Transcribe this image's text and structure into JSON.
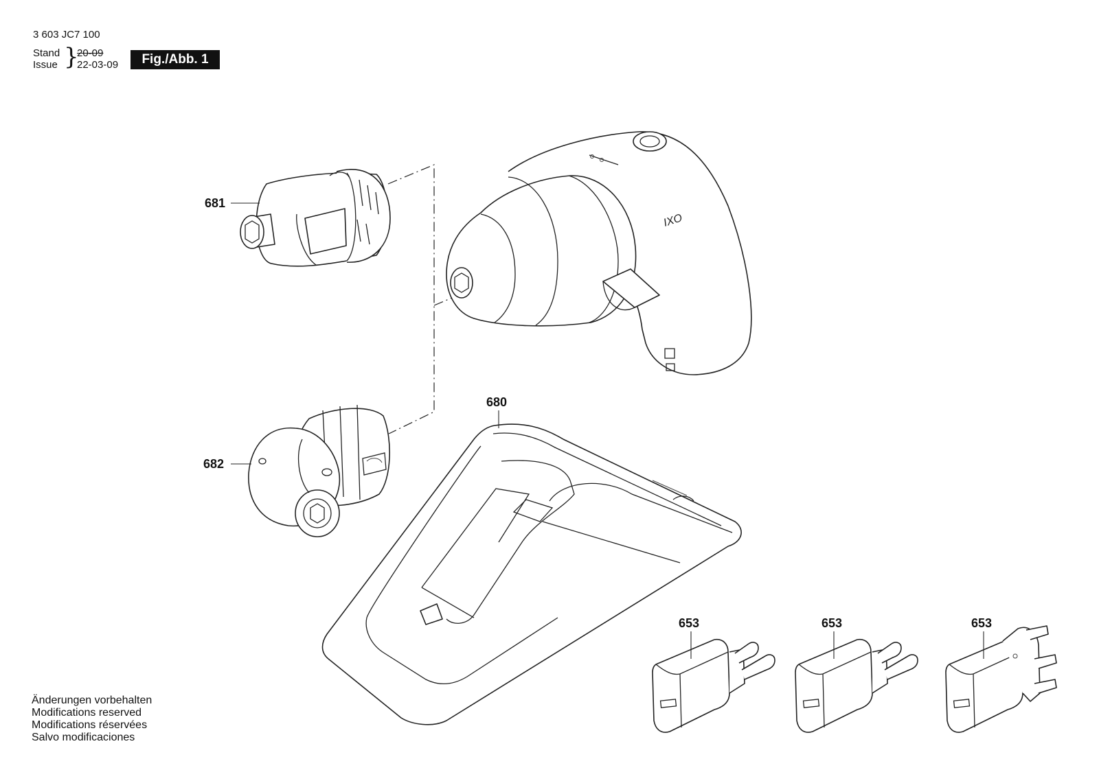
{
  "header": {
    "part_number": "3 603 JC7 100",
    "stand_label": "Stand",
    "issue_label": "Issue",
    "stand_date": "20-09",
    "issue_date": "22-03-09",
    "figure_label": "Fig./Abb. 1"
  },
  "callouts": {
    "c681": "681",
    "c682": "682",
    "c680": "680",
    "c653_a": "653",
    "c653_b": "653",
    "c653_c": "653"
  },
  "tool_logo_text": "IXO",
  "footer": {
    "line1": "Änderungen vorbehalten",
    "line2": "Modifications reserved",
    "line3": "Modifications réservées",
    "line4": "Salvo modificaciones"
  }
}
